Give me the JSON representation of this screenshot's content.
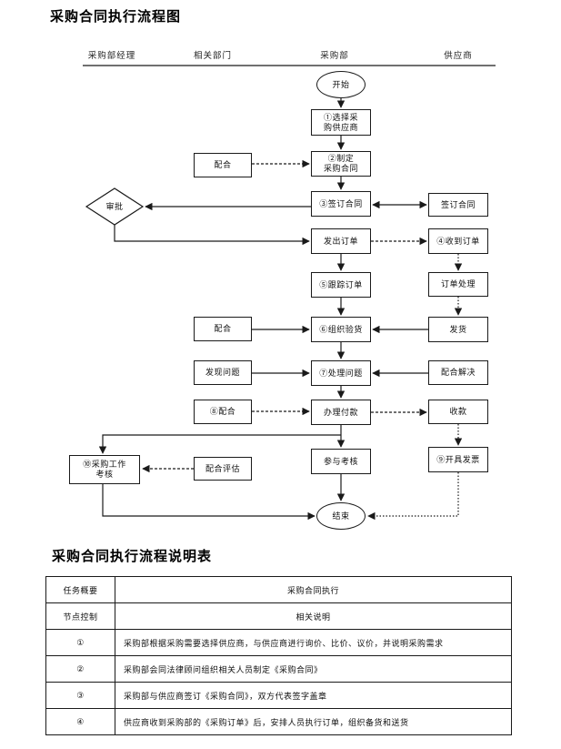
{
  "page": {
    "flow_title": "采购合同执行流程图",
    "table_title": "采购合同执行流程说明表"
  },
  "flow": {
    "columns": [
      "采购部经理",
      "相关部门",
      "采购部",
      "供应商"
    ],
    "nodes": {
      "start": "开始",
      "select_supplier": "①选择采\n购供应商",
      "cooperate_draft": "配合",
      "draft_contract": "②制定\n采购合同",
      "sign_contract": "③签订合同",
      "approve": "审批",
      "supplier_sign": "签订合同",
      "issue_order": "发出订单",
      "receive_order": "④收到订单",
      "track_order": "⑤跟踪订单",
      "order_process": "订单处理",
      "cooperate_inspect": "配合",
      "organize_inspection": "⑥组织验货",
      "ship_goods": "发货",
      "find_problem": "发现问题",
      "handle_problem": "⑦处理问题",
      "cooperate_solve": "配合解决",
      "cooperate_pay": "⑧配合",
      "pay": "办理付款",
      "collect_payment": "收款",
      "issue_invoice": "⑨开具发票",
      "cooperate_eval": "配合评估",
      "work_assessment": "⑩采购工作\n考核",
      "join_assessment": "参与考核",
      "end": "结束"
    }
  },
  "table": {
    "rows": [
      {
        "key": "任务概要",
        "value": "采购合同执行"
      },
      {
        "key": "节点控制",
        "value": "相关说明"
      },
      {
        "key": "①",
        "value": "采购部根据采购需要选择供应商，与供应商进行询价、比价、议价，并说明采购需求"
      },
      {
        "key": "②",
        "value": "采购部会同法律顾问组织相关人员制定《采购合同》"
      },
      {
        "key": "③",
        "value": "采购部与供应商签订《采购合同》，双方代表签字盖章"
      },
      {
        "key": "④",
        "value": "供应商收到采购部的《采购订单》后，安排人员执行订单，组织备货和送货"
      }
    ]
  }
}
